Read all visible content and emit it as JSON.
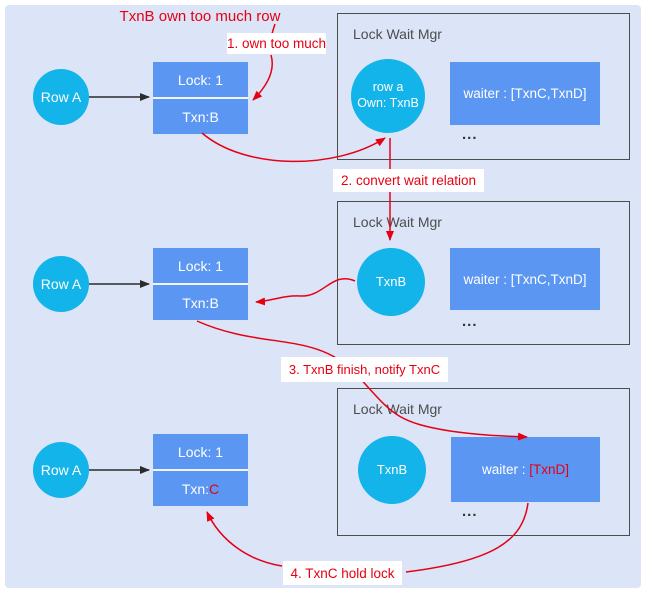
{
  "annotations": {
    "top_note": "TxnB own too much row",
    "step1": "1. own too much",
    "step2": "2. convert wait relation",
    "step3": "3. TxnB finish, notify TxnC",
    "step4": "4. TxnC hold lock"
  },
  "sections": [
    {
      "row": "Row A",
      "lock": "Lock: 1",
      "txn_prefix": "Txn: ",
      "txn_value": "B",
      "mgr_title": "Lock Wait Mgr",
      "circle_line1": "row a",
      "circle_line2": "Own: TxnB",
      "waiter_text": "waiter : ",
      "waiter_list": "[TxnC,TxnD]",
      "ellipsis": "..."
    },
    {
      "row": "Row A",
      "lock": "Lock: 1",
      "txn_prefix": "Txn: ",
      "txn_value": "B",
      "mgr_title": "Lock Wait Mgr",
      "circle_label": "TxnB",
      "waiter_text": "waiter : ",
      "waiter_list": "[TxnC,TxnD]",
      "ellipsis": "..."
    },
    {
      "row": "Row A",
      "lock": "Lock: 1",
      "txn_prefix": "Txn: ",
      "txn_value": "C",
      "mgr_title": "Lock Wait Mgr",
      "circle_label": "TxnB",
      "waiter_text": "waiter : ",
      "waiter_list": "[TxnD]",
      "ellipsis": "..."
    }
  ],
  "colors": {
    "red": "#e60012",
    "circle_cyan": "#12b4e9",
    "box_blue": "#5b97f2",
    "background": "#dbe5f7",
    "arrow_black": "#2b2b2b"
  }
}
